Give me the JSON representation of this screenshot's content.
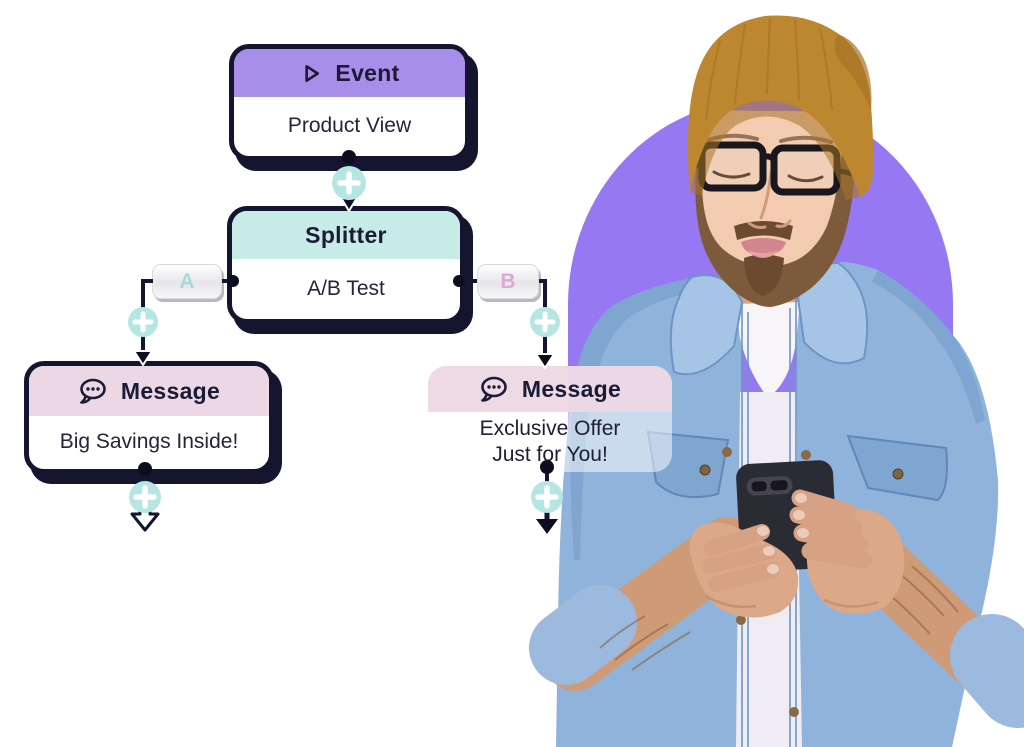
{
  "flow": {
    "event": {
      "title": "Event",
      "subtitle": "Product View"
    },
    "splitter": {
      "title": "Splitter",
      "subtitle": "A/B Test",
      "branch_a": "A",
      "branch_b": "B"
    },
    "message_left": {
      "title": "Message",
      "subtitle": "Big Savings Inside!"
    },
    "message_right": {
      "title": "Message",
      "subtitle_line1": "Exclusive Offer",
      "subtitle_line2": "Just for You!"
    }
  },
  "icons": {
    "event_header": "play-icon",
    "message_header": "chat-bubble-icon",
    "connector": "plus-icon"
  },
  "colors": {
    "node_outline": "#15152f",
    "event_header_bg": "#a68ee9",
    "splitter_header_bg": "#c7ece8",
    "message_header_bg": "#ecd8e4",
    "plus_badge": "#b5e6e3",
    "branch_a_text": "#a9d8dc",
    "branch_b_text": "#dda8d6",
    "backdrop": "#9678f2",
    "beanie": "#bd872f",
    "denim": "#8fb3da"
  },
  "illustration": {
    "alt": "Man wearing a mustard beanie, black glasses and a light denim shirt, looking down at a smartphone held in both hands, in front of a purple rounded backdrop"
  }
}
